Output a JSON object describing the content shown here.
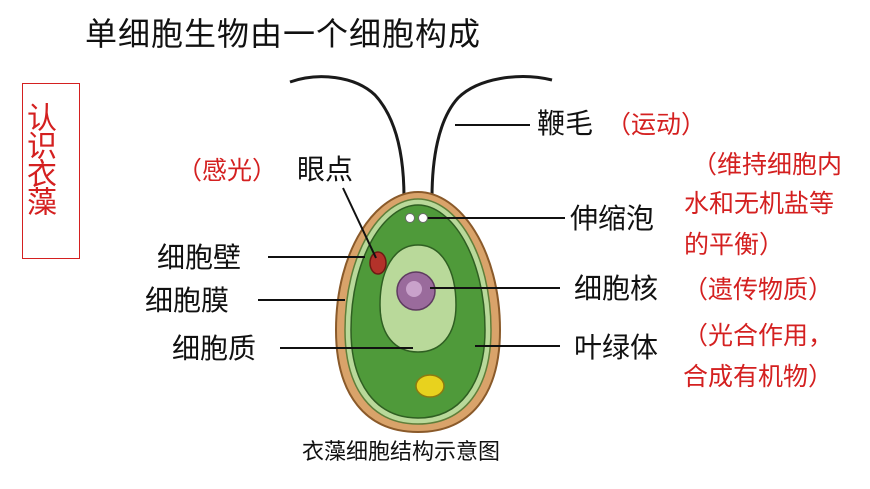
{
  "title": "单细胞生物由一个细胞构成",
  "side_label": "认识衣藻",
  "labels": {
    "flagella": "鞭毛",
    "flagella_note": "（运动）",
    "eyespot": "眼点",
    "eyespot_note": "（感光）",
    "contractile_vacuole": "伸缩泡",
    "contractile_note_1": "（维持细胞内",
    "contractile_note_2": "水和无机盐等",
    "contractile_note_3": "的平衡）",
    "cell_wall": "细胞壁",
    "cell_membrane": "细胞膜",
    "cytoplasm": "细胞质",
    "nucleus": "细胞核",
    "nucleus_note": "（遗传物质）",
    "chloroplast": "叶绿体",
    "chloroplast_note_1": "（光合作用，",
    "chloroplast_note_2": "合成有机物）"
  },
  "caption": "衣藻细胞结构示意图",
  "colors": {
    "label_text": "#111111",
    "note_text": "#d42020",
    "cell_wall": "#d9a36a",
    "chloroplast": "#4f9a3a",
    "cytoplasm": "#b9d99a",
    "nucleus": "#9a6b9c",
    "eyespot": "#b3322a",
    "starch_body": "#e8d21e"
  }
}
